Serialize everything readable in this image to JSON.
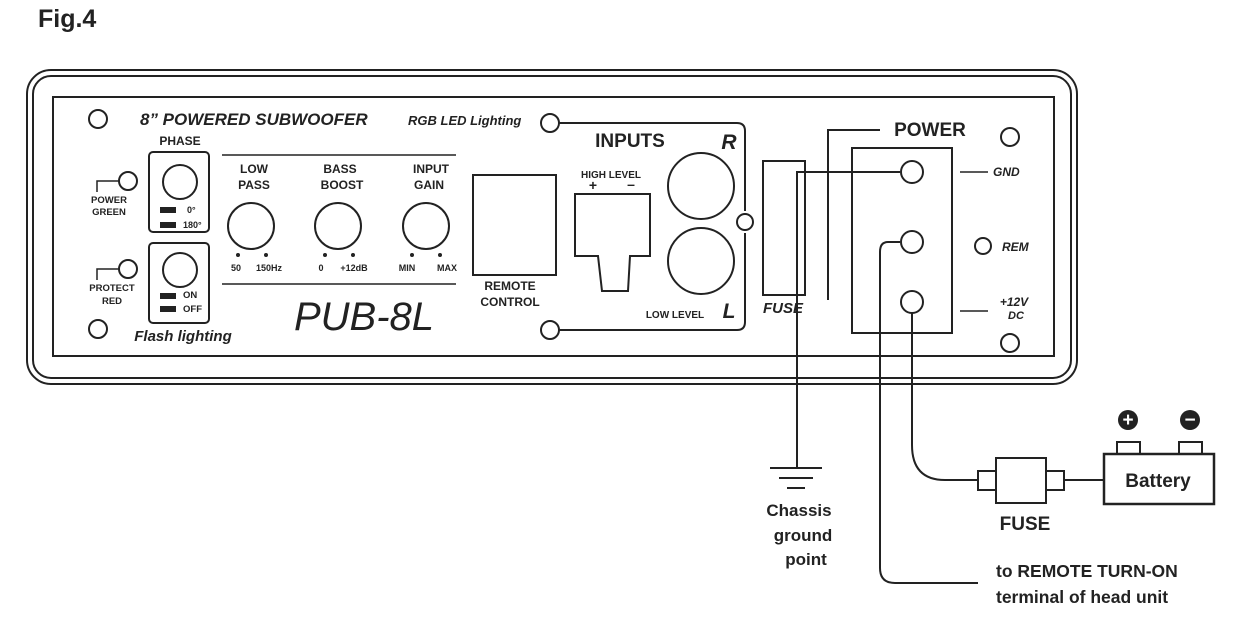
{
  "figure_label": "Fig.4",
  "panel": {
    "product_title": "8” POWERED SUBWOOFER",
    "rgb_label": "RGB LED Lighting",
    "model": "PUB-8L",
    "phase": {
      "title": "PHASE",
      "opt1": "0°",
      "opt2": "180°"
    },
    "flash": {
      "title": "Flash lighting",
      "opt1": "ON",
      "opt2": "OFF"
    },
    "power_led": {
      "line1": "POWER",
      "line2": "GREEN"
    },
    "protect_led": {
      "line1": "PROTECT",
      "line2": "RED"
    },
    "low_pass": {
      "line1": "LOW",
      "line2": "PASS",
      "min": "50",
      "max": "150Hz"
    },
    "bass_boost": {
      "line1": "BASS",
      "line2": "BOOST",
      "min": "0",
      "max": "+12dB"
    },
    "input_gain": {
      "line1": "INPUT",
      "line2": "GAIN",
      "min": "MIN",
      "max": "MAX"
    },
    "remote": {
      "line1": "REMOTE",
      "line2": "CONTROL"
    },
    "inputs": {
      "title": "INPUTS",
      "right": "R",
      "left": "L",
      "high_level": "HIGH LEVEL",
      "plus": "+",
      "minus": "–",
      "low_level": "LOW  LEVEL"
    },
    "fuse_label": "FUSE",
    "power": {
      "title": "POWER",
      "gnd": "GND",
      "rem": "REM",
      "v12_line1": "+12V",
      "v12_line2": "DC"
    }
  },
  "external": {
    "chassis": {
      "line1": "Chassis",
      "line2": "ground",
      "line3": "point"
    },
    "fuse_label": "FUSE",
    "battery_label": "Battery",
    "battery_plus": "+",
    "battery_minus": "−",
    "remote_note": {
      "line1": "to REMOTE TURN-ON",
      "line2": "terminal of head unit"
    }
  }
}
